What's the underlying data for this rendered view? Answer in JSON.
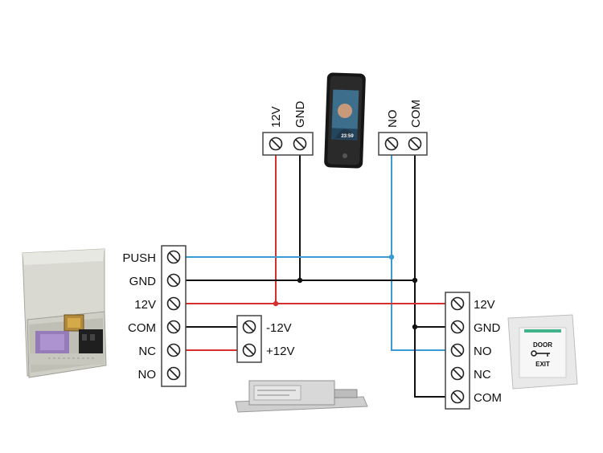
{
  "colors": {
    "red": "#d62f2f",
    "blue": "#3a9ad4",
    "black": "#111111",
    "terminal_border": "#444444"
  },
  "top_left_terminal": {
    "labels": [
      "12V",
      "GND"
    ]
  },
  "top_right_terminal": {
    "labels": [
      "NO",
      "COM"
    ]
  },
  "power_supply_terminal": {
    "labels": [
      "PUSH",
      "GND",
      "12V",
      "COM",
      "NC",
      "NO"
    ]
  },
  "lock_terminal": {
    "labels": [
      "-12V",
      "+12V"
    ]
  },
  "exit_button_terminal": {
    "labels": [
      "12V",
      "GND",
      "NO",
      "NC",
      "COM"
    ]
  },
  "exit_button": {
    "line1": "DOOR",
    "line2": "EXIT"
  },
  "face_reader": {
    "time": "23:59"
  },
  "icons": {
    "power_supply": "power-supply-box-icon",
    "face_reader": "face-recognition-reader-icon",
    "lock": "electric-bolt-lock-icon",
    "exit_button": "door-exit-button-icon",
    "screw": "screw-terminal-icon"
  }
}
